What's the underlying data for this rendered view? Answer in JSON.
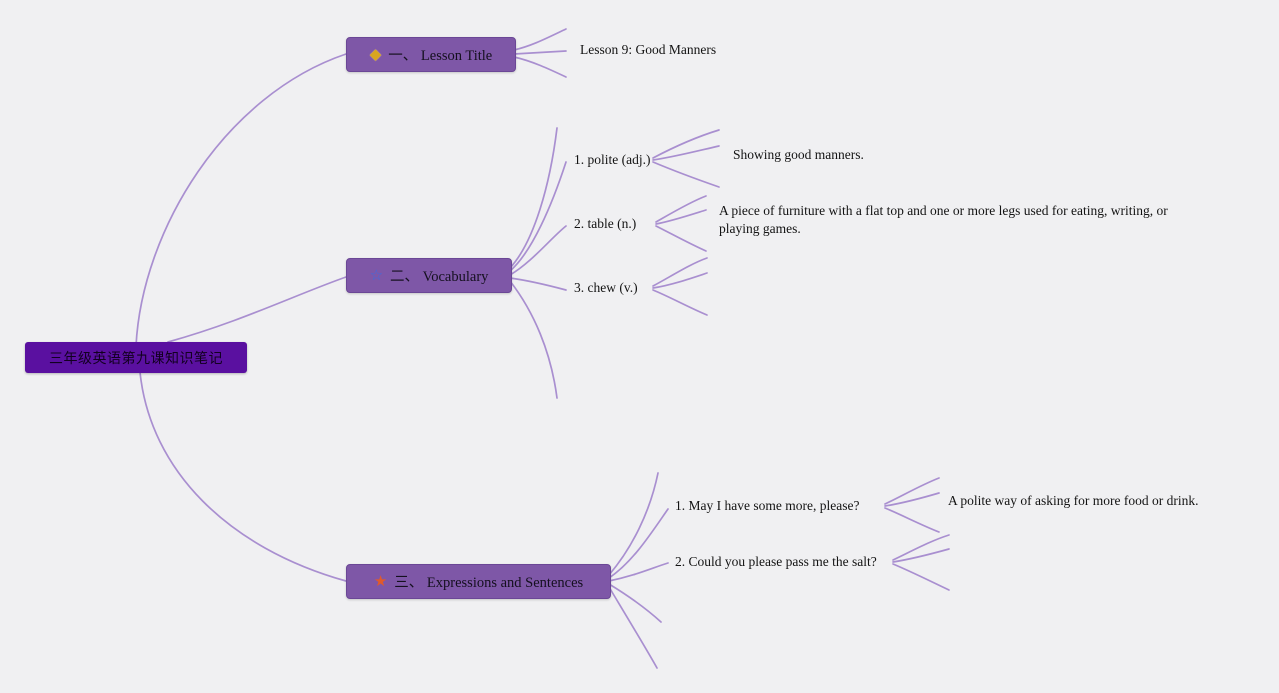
{
  "canvas": {
    "background_color": "#f0f0f2",
    "line_color": "#a98fd0",
    "root_bg_color": "#5a10a0",
    "branch_bg_color": "#7e57a7"
  },
  "root": {
    "label": "三年级英语第九课知识笔记"
  },
  "branches": [
    {
      "label": "一、 Lesson Title",
      "icon": "◆",
      "icon_name": "gem-icon",
      "icon_color": "#d9a520",
      "children": [
        {
          "label": "Lesson 9: Good Manners"
        }
      ]
    },
    {
      "label": "二、 Vocabulary",
      "icon": "☆",
      "icon_name": "blue-star-icon",
      "icon_color": "#3f6be0",
      "children": [
        {
          "label": "1. polite (adj.)",
          "definition": "Showing good manners."
        },
        {
          "label": "2. table (n.)",
          "definition": "A piece of furniture with a flat top and one or more legs used for eating, writing, or playing games."
        },
        {
          "label": "3. chew (v.)",
          "definition": ""
        }
      ]
    },
    {
      "label": "三、 Expressions and Sentences",
      "icon": "★",
      "icon_name": "orange-star-icon",
      "icon_color": "#e05a2b",
      "children": [
        {
          "label": "1. May I have some more, please?",
          "definition": "A polite way of asking for more food or drink."
        },
        {
          "label": "2. Could you please pass me the salt?",
          "definition": ""
        }
      ]
    }
  ]
}
